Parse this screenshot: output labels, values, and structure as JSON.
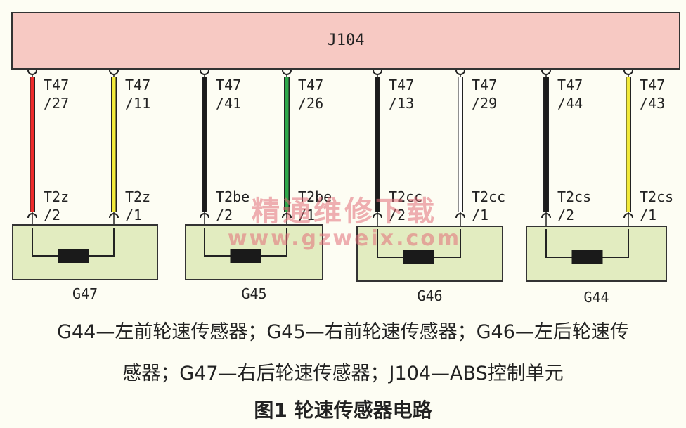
{
  "ecu": {
    "label": "J104",
    "fill": "#f7c9c3"
  },
  "sensor_fill": "#e2ecc0",
  "sensors": [
    {
      "label": "G47",
      "wires": [
        {
          "top_label": [
            "T47",
            "/27"
          ],
          "bottom_label": [
            "T2z",
            "/2"
          ],
          "color": "#ee2b2b"
        },
        {
          "top_label": [
            "T47",
            "/11"
          ],
          "bottom_label": [
            "T2z",
            "/1"
          ],
          "color": "#f2ea3a"
        }
      ]
    },
    {
      "label": "G45",
      "wires": [
        {
          "top_label": [
            "T47",
            "/41"
          ],
          "bottom_label": [
            "T2be",
            "/2"
          ],
          "color": "#1c1c1c"
        },
        {
          "top_label": [
            "T47",
            "/26"
          ],
          "bottom_label": [
            "T2be",
            "/1"
          ],
          "color": "#2ea84a"
        }
      ]
    },
    {
      "label": "G46",
      "wires": [
        {
          "top_label": [
            "T47",
            "/13"
          ],
          "bottom_label": [
            "T2cc",
            "/2"
          ],
          "color": "#1c1c1c"
        },
        {
          "top_label": [
            "T47",
            "/29"
          ],
          "bottom_label": [
            "T2cc",
            "/1"
          ],
          "color": "#ffffff"
        }
      ]
    },
    {
      "label": "G44",
      "wires": [
        {
          "top_label": [
            "T47",
            "/44"
          ],
          "bottom_label": [
            "T2cs",
            "/2"
          ],
          "color": "#1c1c1c"
        },
        {
          "top_label": [
            "T47",
            "/43"
          ],
          "bottom_label": [
            "T2cs",
            "/1"
          ],
          "color": "#f2ea3a"
        }
      ]
    }
  ],
  "caption": {
    "line1": "G44—左前轮速传感器；G45—右前轮速传感器；G46—左后轮速传",
    "line2": "感器；G47—右后轮速传感器；J104—ABS控制单元",
    "title": "图1  轮速传感器电路"
  },
  "watermark": {
    "line1": "精通维修下载",
    "line2": "www.gzweix.com"
  }
}
